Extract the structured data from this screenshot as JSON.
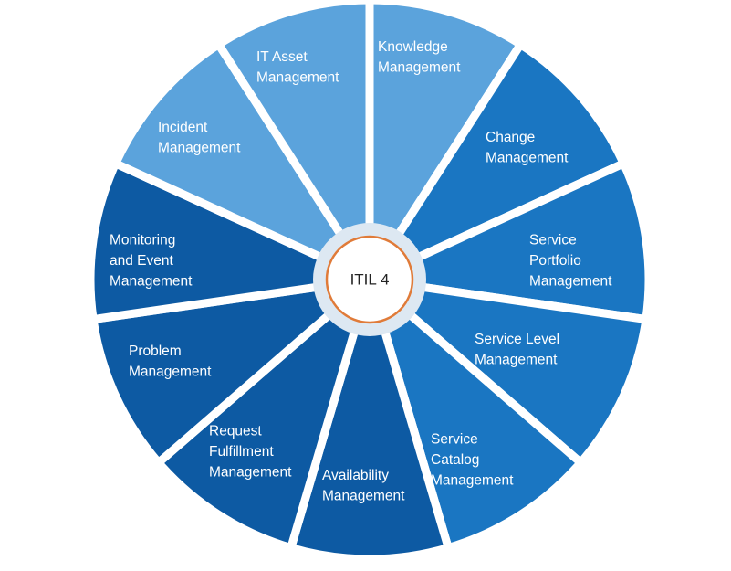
{
  "center": {
    "label": "ITIL 4"
  },
  "colors": {
    "light": "#5ba3dc",
    "mid": "#1a76c2",
    "dark": "#0d5aa3",
    "hub_ring": "#dde8f2",
    "hub_border": "#e07b39",
    "gap": "#ffffff"
  },
  "segments": [
    {
      "id": "knowledge-management",
      "lines": [
        "Knowledge",
        "Management"
      ],
      "tone": "light"
    },
    {
      "id": "change-management",
      "lines": [
        "Change",
        "Management"
      ],
      "tone": "mid"
    },
    {
      "id": "service-portfolio-management",
      "lines": [
        "Service",
        "Portfolio",
        "Management"
      ],
      "tone": "mid"
    },
    {
      "id": "service-level-management",
      "lines": [
        "Service Level",
        "Management"
      ],
      "tone": "mid"
    },
    {
      "id": "service-catalog-management",
      "lines": [
        "Service",
        "Catalog",
        "Management"
      ],
      "tone": "mid"
    },
    {
      "id": "availability-management",
      "lines": [
        "Availability",
        "Management"
      ],
      "tone": "dark"
    },
    {
      "id": "request-fulfillment-management",
      "lines": [
        "Request",
        "Fulfillment",
        "Management"
      ],
      "tone": "dark"
    },
    {
      "id": "problem-management",
      "lines": [
        "Problem",
        "Management"
      ],
      "tone": "dark"
    },
    {
      "id": "monitoring-and-event-management",
      "lines": [
        "Monitoring",
        "and Event",
        "Management"
      ],
      "tone": "dark"
    },
    {
      "id": "incident-management",
      "lines": [
        "Incident",
        "Management"
      ],
      "tone": "light"
    },
    {
      "id": "it-asset-management",
      "lines": [
        "IT Asset",
        "Management"
      ],
      "tone": "light"
    }
  ]
}
